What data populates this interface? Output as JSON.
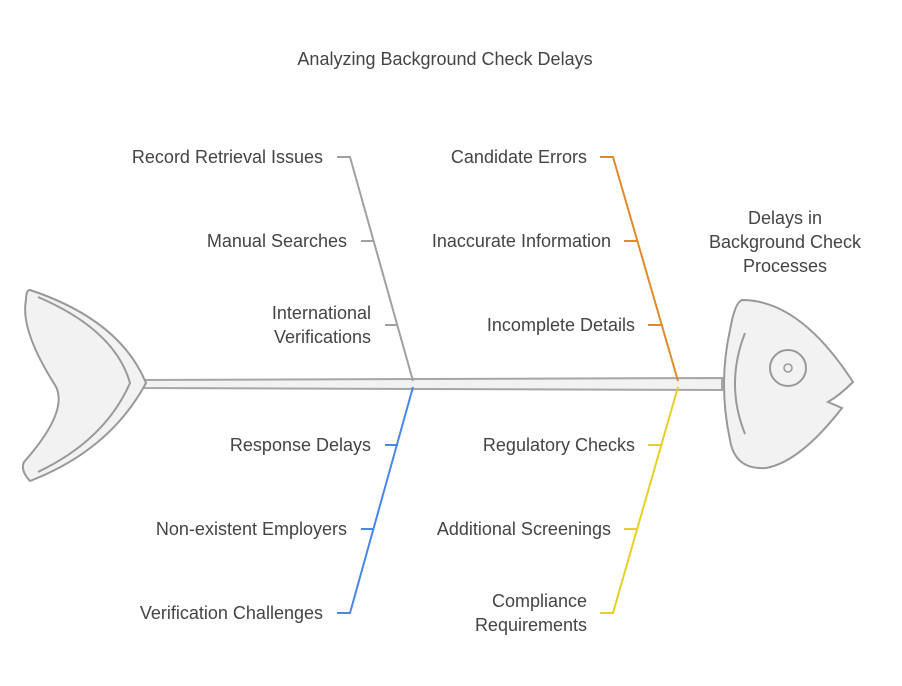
{
  "title": "Analyzing Background Check Delays",
  "head_label": "Delays in Background Check Processes",
  "colors": {
    "spine": "#a6a6a6",
    "body_fill": "#f2f2f2",
    "outline": "#999999",
    "branch_gray": "#a0a0a0",
    "branch_orange": "#e08a2e",
    "branch_blue": "#4a86e8",
    "branch_yellow": "#e6cf2a"
  },
  "categories": {
    "record_retrieval": {
      "name": "Record Retrieval Issues",
      "causes": [
        "Manual Searches",
        "International Verifications"
      ]
    },
    "candidate_errors": {
      "name": "Candidate Errors",
      "causes": [
        "Inaccurate Information",
        "Incomplete Details"
      ]
    },
    "verification": {
      "name": "Verification Challenges",
      "causes": [
        "Response Delays",
        "Non-existent Employers"
      ]
    },
    "compliance": {
      "name": "Compliance Requirements",
      "causes": [
        "Regulatory Checks",
        "Additional Screenings"
      ]
    }
  }
}
